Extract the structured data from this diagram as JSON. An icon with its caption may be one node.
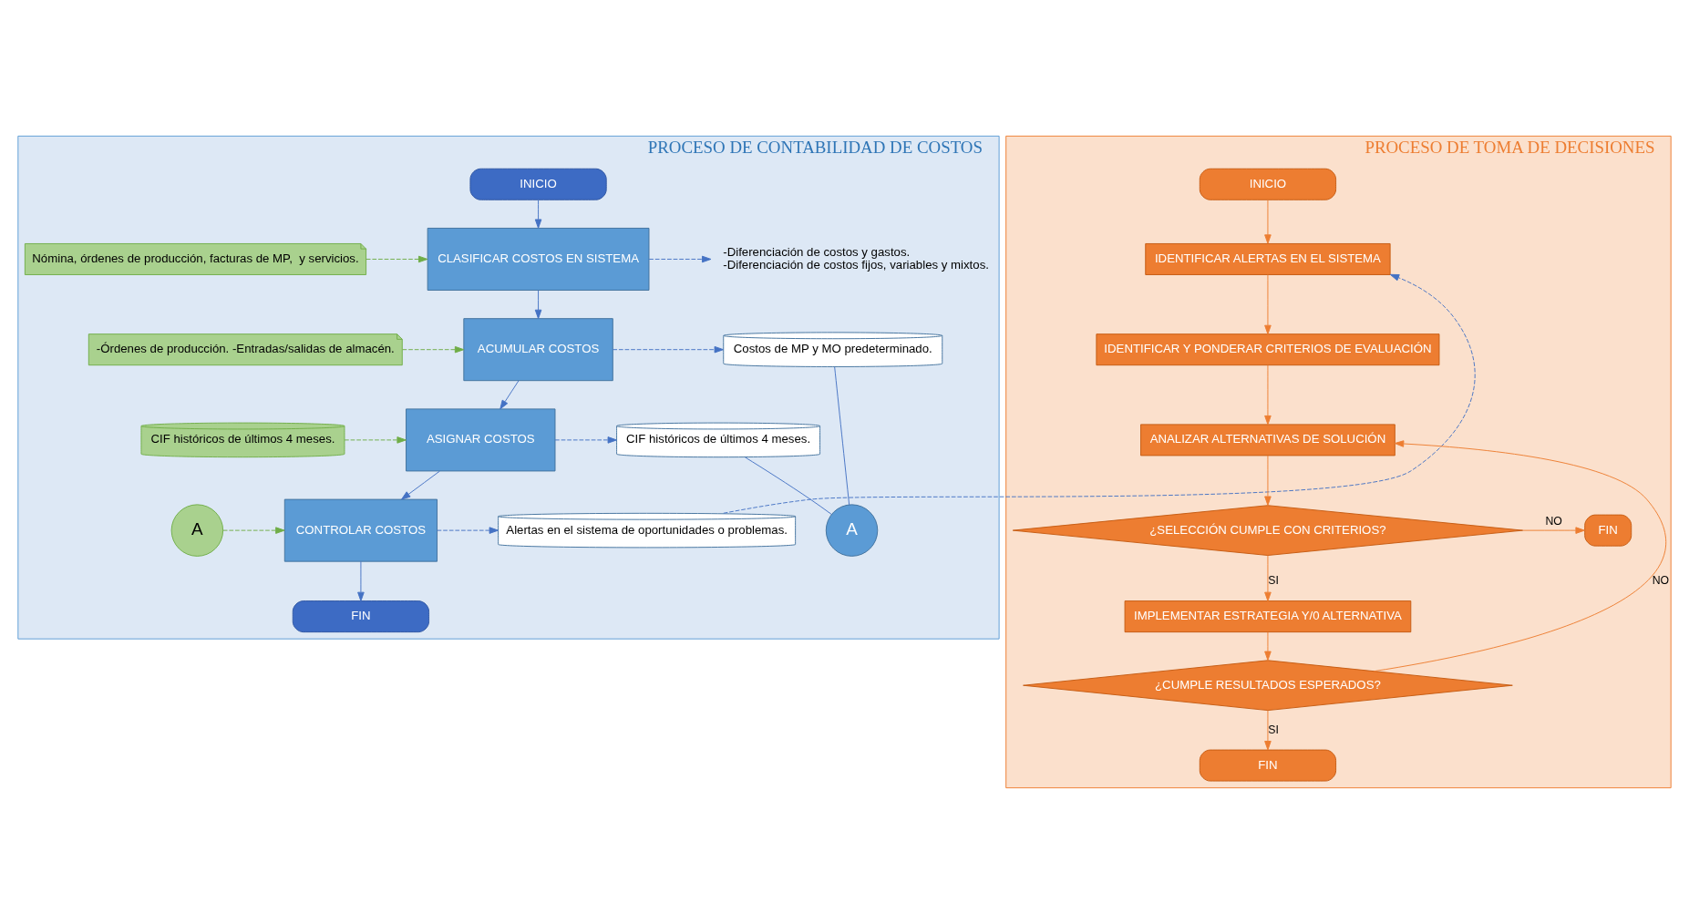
{
  "diagram": {
    "nodes": [
      {
        "text": [
          "PROCESO DE CONTABILIDAD DE COSTOS"
        ]
      },
      {
        "text": [
          "INICIO"
        ],
        "in": 0
      },
      {
        "text": [
          "Nómina, órdenes de producción, facturas de MP,  y servicios."
        ],
        "in": 0
      },
      {
        "text": [
          "CLASIFICAR COSTOS EN SISTEMA"
        ],
        "in": 0
      },
      {
        "text": [
          "-Diferenciación de costos y gastos.",
          "-Diferenciación de costos fijos, variables y mixtos."
        ],
        "in": 0
      },
      {
        "text": [
          "-Órdenes de producción. -Entradas/salidas de almacén."
        ],
        "in": 0
      },
      {
        "text": [
          "ACUMULAR COSTOS"
        ],
        "in": 0
      },
      {
        "text": [
          "Costos de MP y MO predeterminado."
        ],
        "in": 0
      },
      {
        "text": [
          "CIF históricos de últimos 4 meses."
        ],
        "in": 0
      },
      {
        "text": [
          "ASIGNAR COSTOS"
        ],
        "in": 0
      },
      {
        "text": [
          "CIF históricos de últimos 4 meses."
        ],
        "in": 0
      },
      {
        "text": [
          "A"
        ],
        "in": 0
      },
      {
        "text": [
          "A"
        ],
        "in": 0
      },
      {
        "text": [
          "CONTROLAR COSTOS"
        ],
        "in": 0
      },
      {
        "text": [
          "Alertas en el sistema de oportunidades o problemas."
        ],
        "in": 0
      },
      {
        "text": [
          "FIN"
        ],
        "in": 0
      },
      {
        "text": [
          "PROCESO DE TOMA DE DECISIONES"
        ]
      },
      {
        "text": [
          "INICIO"
        ],
        "in": 16
      },
      {
        "text": [
          "IDENTIFICAR ALERTAS EN EL SISTEMA"
        ],
        "in": 16
      },
      {
        "text": [
          "IDENTIFICAR Y PONDERAR CRITERIOS DE EVALUACIÓN"
        ],
        "in": 16
      },
      {
        "text": [
          "ANALIZAR ALTERNATIVAS DE SOLUCIÓN"
        ],
        "in": 16
      },
      {
        "text": [
          "¿SELECCIÓN CUMPLE CON CRITERIOS?"
        ],
        "in": 16
      },
      {
        "text": [
          "FIN"
        ],
        "in": 16
      },
      {
        "text": [
          "IMPLEMENTAR ESTRATEGIA Y/0 ALTERNATIVA"
        ],
        "in": 16
      },
      {
        "text": [
          "¿CUMPLE RESULTADOS ESPERADOS?"
        ],
        "in": 16
      },
      {
        "text": [
          "FIN"
        ],
        "in": 16
      }
    ],
    "edges": [
      {
        "from": 1,
        "to": 3,
        "arrow": "to"
      },
      {
        "from": 2,
        "to": 3,
        "arrow": "to",
        "style": "dashed",
        "color": "#70ad47"
      },
      {
        "from": 3,
        "to": 4,
        "arrow": "to",
        "style": "dashed"
      },
      {
        "from": 3,
        "to": 6,
        "arrow": "to"
      },
      {
        "from": 5,
        "to": 6,
        "arrow": "to",
        "style": "dashed",
        "color": "#70ad47"
      },
      {
        "from": 6,
        "to": 7,
        "arrow": "to",
        "style": "dashed"
      },
      {
        "from": 6,
        "to": 9,
        "arrow": "to"
      },
      {
        "from": 8,
        "to": 9,
        "arrow": "to",
        "style": "dashed",
        "color": "#70ad47"
      },
      {
        "from": 9,
        "to": 10,
        "arrow": "to",
        "style": "dashed"
      },
      {
        "from": 7,
        "to": 11,
        "arrow": "none"
      },
      {
        "from": 10,
        "to": 11,
        "arrow": "none"
      },
      {
        "from": 9,
        "to": 13,
        "arrow": "to"
      },
      {
        "from": 12,
        "to": 13,
        "arrow": "to",
        "style": "dashed",
        "color": "#70ad47"
      },
      {
        "from": 13,
        "to": 14,
        "arrow": "to",
        "style": "dashed"
      },
      {
        "from": 13,
        "to": 15,
        "arrow": "to"
      },
      {
        "from": 14,
        "to": 18,
        "arrow": "to",
        "style": "dashed"
      },
      {
        "from": 17,
        "to": 18,
        "arrow": "to",
        "color": "#ed7d31"
      },
      {
        "from": 18,
        "to": 19,
        "arrow": "to",
        "color": "#ed7d31"
      },
      {
        "from": 19,
        "to": 20,
        "arrow": "to",
        "color": "#ed7d31"
      },
      {
        "from": 20,
        "to": 21,
        "arrow": "to",
        "color": "#ed7d31"
      },
      {
        "from": 21,
        "to": 22,
        "arrow": "to",
        "label": "NO",
        "color": "#ed7d31"
      },
      {
        "from": 21,
        "to": 23,
        "arrow": "to",
        "label": "SI",
        "color": "#ed7d31"
      },
      {
        "from": 23,
        "to": 24,
        "arrow": "to",
        "color": "#ed7d31"
      },
      {
        "from": 24,
        "to": 25,
        "arrow": "to",
        "label": "SI",
        "color": "#ed7d31"
      },
      {
        "from": 24,
        "to": 20,
        "arrow": "to",
        "label": "NO",
        "color": "#ed7d31"
      }
    ]
  }
}
